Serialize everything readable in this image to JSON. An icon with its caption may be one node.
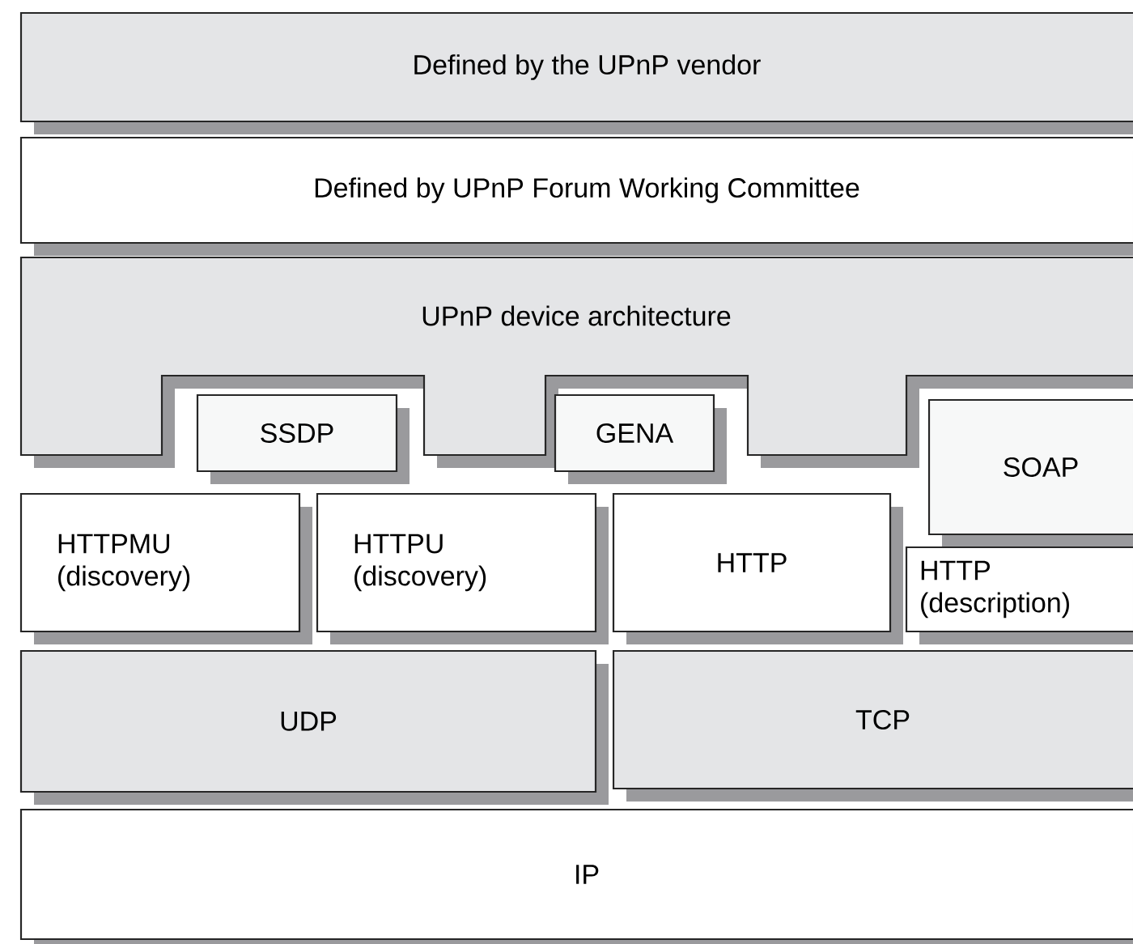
{
  "diagram": {
    "nodes": [
      {
        "text": [
          "Defined by the UPnP vendor"
        ]
      },
      {
        "text": [
          "Defined by UPnP Forum Working Committee"
        ]
      },
      {
        "text": [
          "UPnP device architecture"
        ]
      },
      {
        "text": [
          "SSDP"
        ]
      },
      {
        "text": [
          "GENA"
        ]
      },
      {
        "text": [
          "SOAP"
        ]
      },
      {
        "text": [
          "HTTPMU (discovery)"
        ]
      },
      {
        "text": [
          "HTTPU (discovery)"
        ]
      },
      {
        "text": [
          "HTTP"
        ]
      },
      {
        "text": [
          "HTTP (description)"
        ]
      },
      {
        "text": [
          "UDP"
        ]
      },
      {
        "text": [
          "TCP"
        ]
      },
      {
        "text": [
          "IP"
        ]
      }
    ]
  }
}
